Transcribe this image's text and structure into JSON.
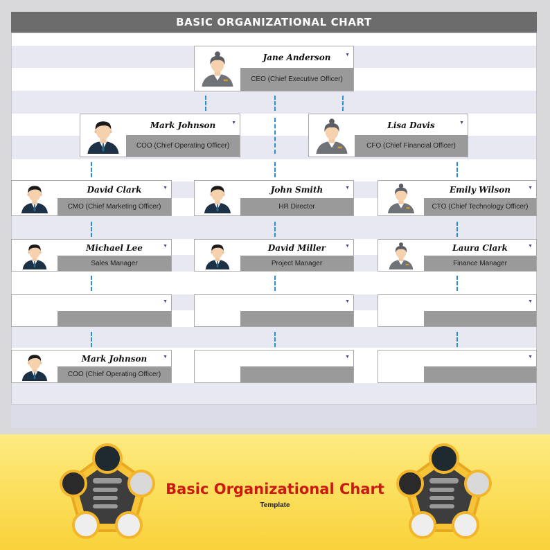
{
  "chart": {
    "title": "BASIC ORGANIZATIONAL CHART"
  },
  "org": {
    "ceo": {
      "name": "Jane Anderson",
      "role": "CEO (Chief Executive Officer)",
      "avatar": "female"
    },
    "coo": {
      "name": "Mark Johnson",
      "role": "COO (Chief Operating Officer)",
      "avatar": "male"
    },
    "cfo": {
      "name": "Lisa Davis",
      "role": "CFO (Chief Financial Officer)",
      "avatar": "female"
    },
    "cmo": {
      "name": "David Clark",
      "role": "CMO (Chief Marketing Officer)",
      "avatar": "male"
    },
    "hr": {
      "name": "John Smith",
      "role": "HR Director",
      "avatar": "male"
    },
    "cto": {
      "name": "Emily Wilson",
      "role": "CTO (Chief Technology Officer)",
      "avatar": "female"
    },
    "sales": {
      "name": "Michael Lee",
      "role": "Sales Manager",
      "avatar": "male"
    },
    "project": {
      "name": "David Miller",
      "role": "Project Manager",
      "avatar": "male"
    },
    "finance": {
      "name": "Laura Clark",
      "role": "Finance Manager",
      "avatar": "female"
    },
    "empty_left": {
      "name": "",
      "role": ""
    },
    "empty_mid": {
      "name": "",
      "role": ""
    },
    "empty_right": {
      "name": "",
      "role": ""
    },
    "coo_repeat": {
      "name": "Mark Johnson",
      "role": "COO (Chief Operating Officer)",
      "avatar": "male"
    },
    "empty_mid_2": {
      "name": "",
      "role": ""
    },
    "empty_right_2": {
      "name": "",
      "role": ""
    }
  },
  "dropdown_icon": "chevron-down-icon",
  "banner": {
    "title": "Basic Organizational Chart",
    "subtitle": "Template"
  },
  "colors": {
    "title_bar": "#6c6c6c",
    "role_bar": "#9a9a9a",
    "connector": "#2a8fd0",
    "stripe": "#e8e8f3",
    "banner_title": "#cc1a12"
  }
}
